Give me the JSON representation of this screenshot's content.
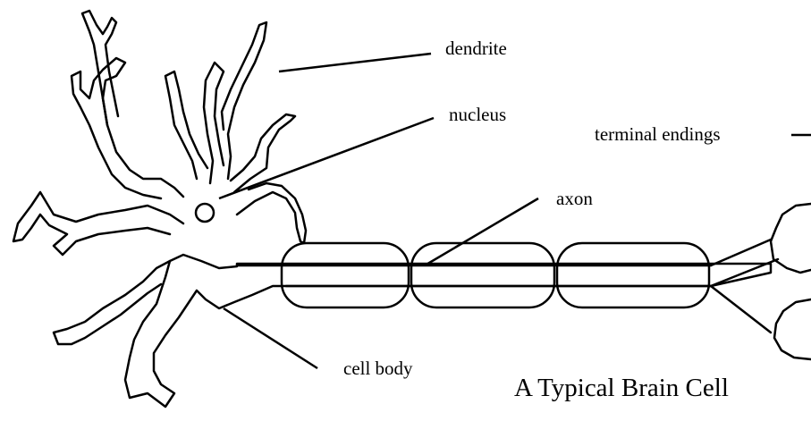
{
  "labels": {
    "dendrite": "dendrite",
    "nucleus": "nucleus",
    "terminal_endings": "terminal endings",
    "axon": "axon",
    "cell_body": "cell body"
  },
  "caption": "A Typical Brain Cell",
  "colors": {
    "ink": "#000000",
    "background": "#ffffff"
  }
}
